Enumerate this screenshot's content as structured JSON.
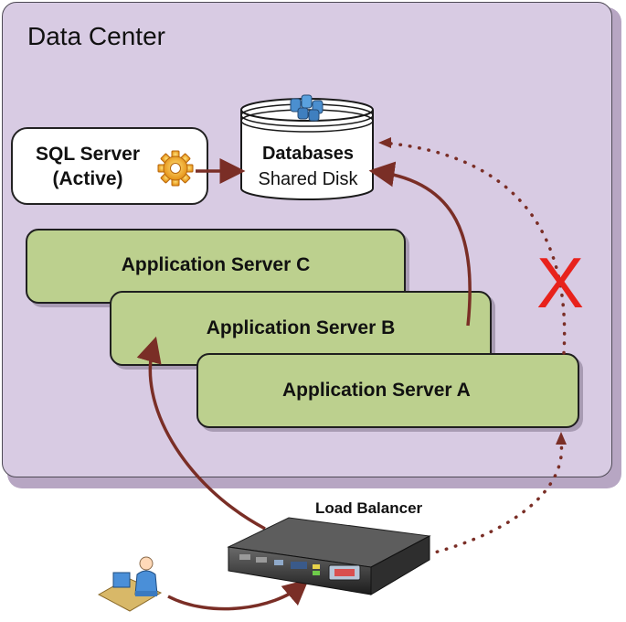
{
  "data_center": {
    "title": "Data Center"
  },
  "sql_server": {
    "line1": "SQL Server",
    "line2": "(Active)"
  },
  "database": {
    "title": "Databases",
    "subtitle": "Shared Disk"
  },
  "app_servers": {
    "c": "Application Server C",
    "b": "Application Server B",
    "a": "Application Server A"
  },
  "load_balancer": {
    "label": "Load Balancer"
  },
  "failure_mark": "X",
  "colors": {
    "panel": "#d8cbe3",
    "app_box": "#bcd08e",
    "arrow": "#7a2e26",
    "failure": "#e8221c"
  }
}
